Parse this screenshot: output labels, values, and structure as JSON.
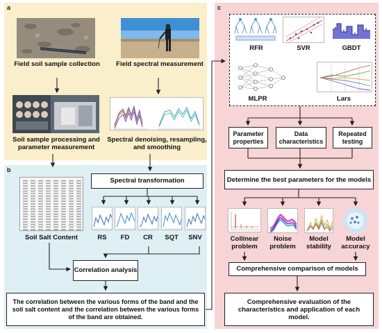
{
  "panels": {
    "a": {
      "label": "a"
    },
    "b": {
      "label": "b"
    },
    "c": {
      "label": "c"
    }
  },
  "panel_a": {
    "field_sample": "Field soil sample collection",
    "field_spectral": "Field spectral measurement",
    "sample_processing": "Soil sample processing and parameter measurement",
    "spectral_denoising": "Spectral denoising, resampling, and smoothing"
  },
  "panel_b": {
    "spectral_transformation": "Spectral transformation",
    "soil_salt_content": "Soil Salt Content",
    "transforms": [
      "RS",
      "FD",
      "CR",
      "SQT",
      "SNV"
    ],
    "correlation_analysis": "Correlation analysis",
    "correlation_result": "The correlation between the various forms of the band and the soil salt content and the correlation between the various forms of the band are obtained."
  },
  "panel_c": {
    "models": [
      "RFR",
      "SVR",
      "GBDT",
      "MLPR",
      "Lars"
    ],
    "parameter_properties": "Parameter properties",
    "data_characteristics": "Data characteristics",
    "repeated_testing": "Repeated testing",
    "best_parameters": "Determine the best parameters for the models",
    "evaluations": [
      "Collinear problem",
      "Noise problem",
      "Model stability",
      "Model accuracy"
    ],
    "comprehensive_comparison": "Comprehensive comparison of models",
    "comprehensive_evaluation": "Comprehensive evaluation of the characteristics and application of each model."
  },
  "colors": {
    "panel_a": "#fbeecb",
    "panel_b": "#dff0f5",
    "panel_c": "#f7d4d6"
  }
}
